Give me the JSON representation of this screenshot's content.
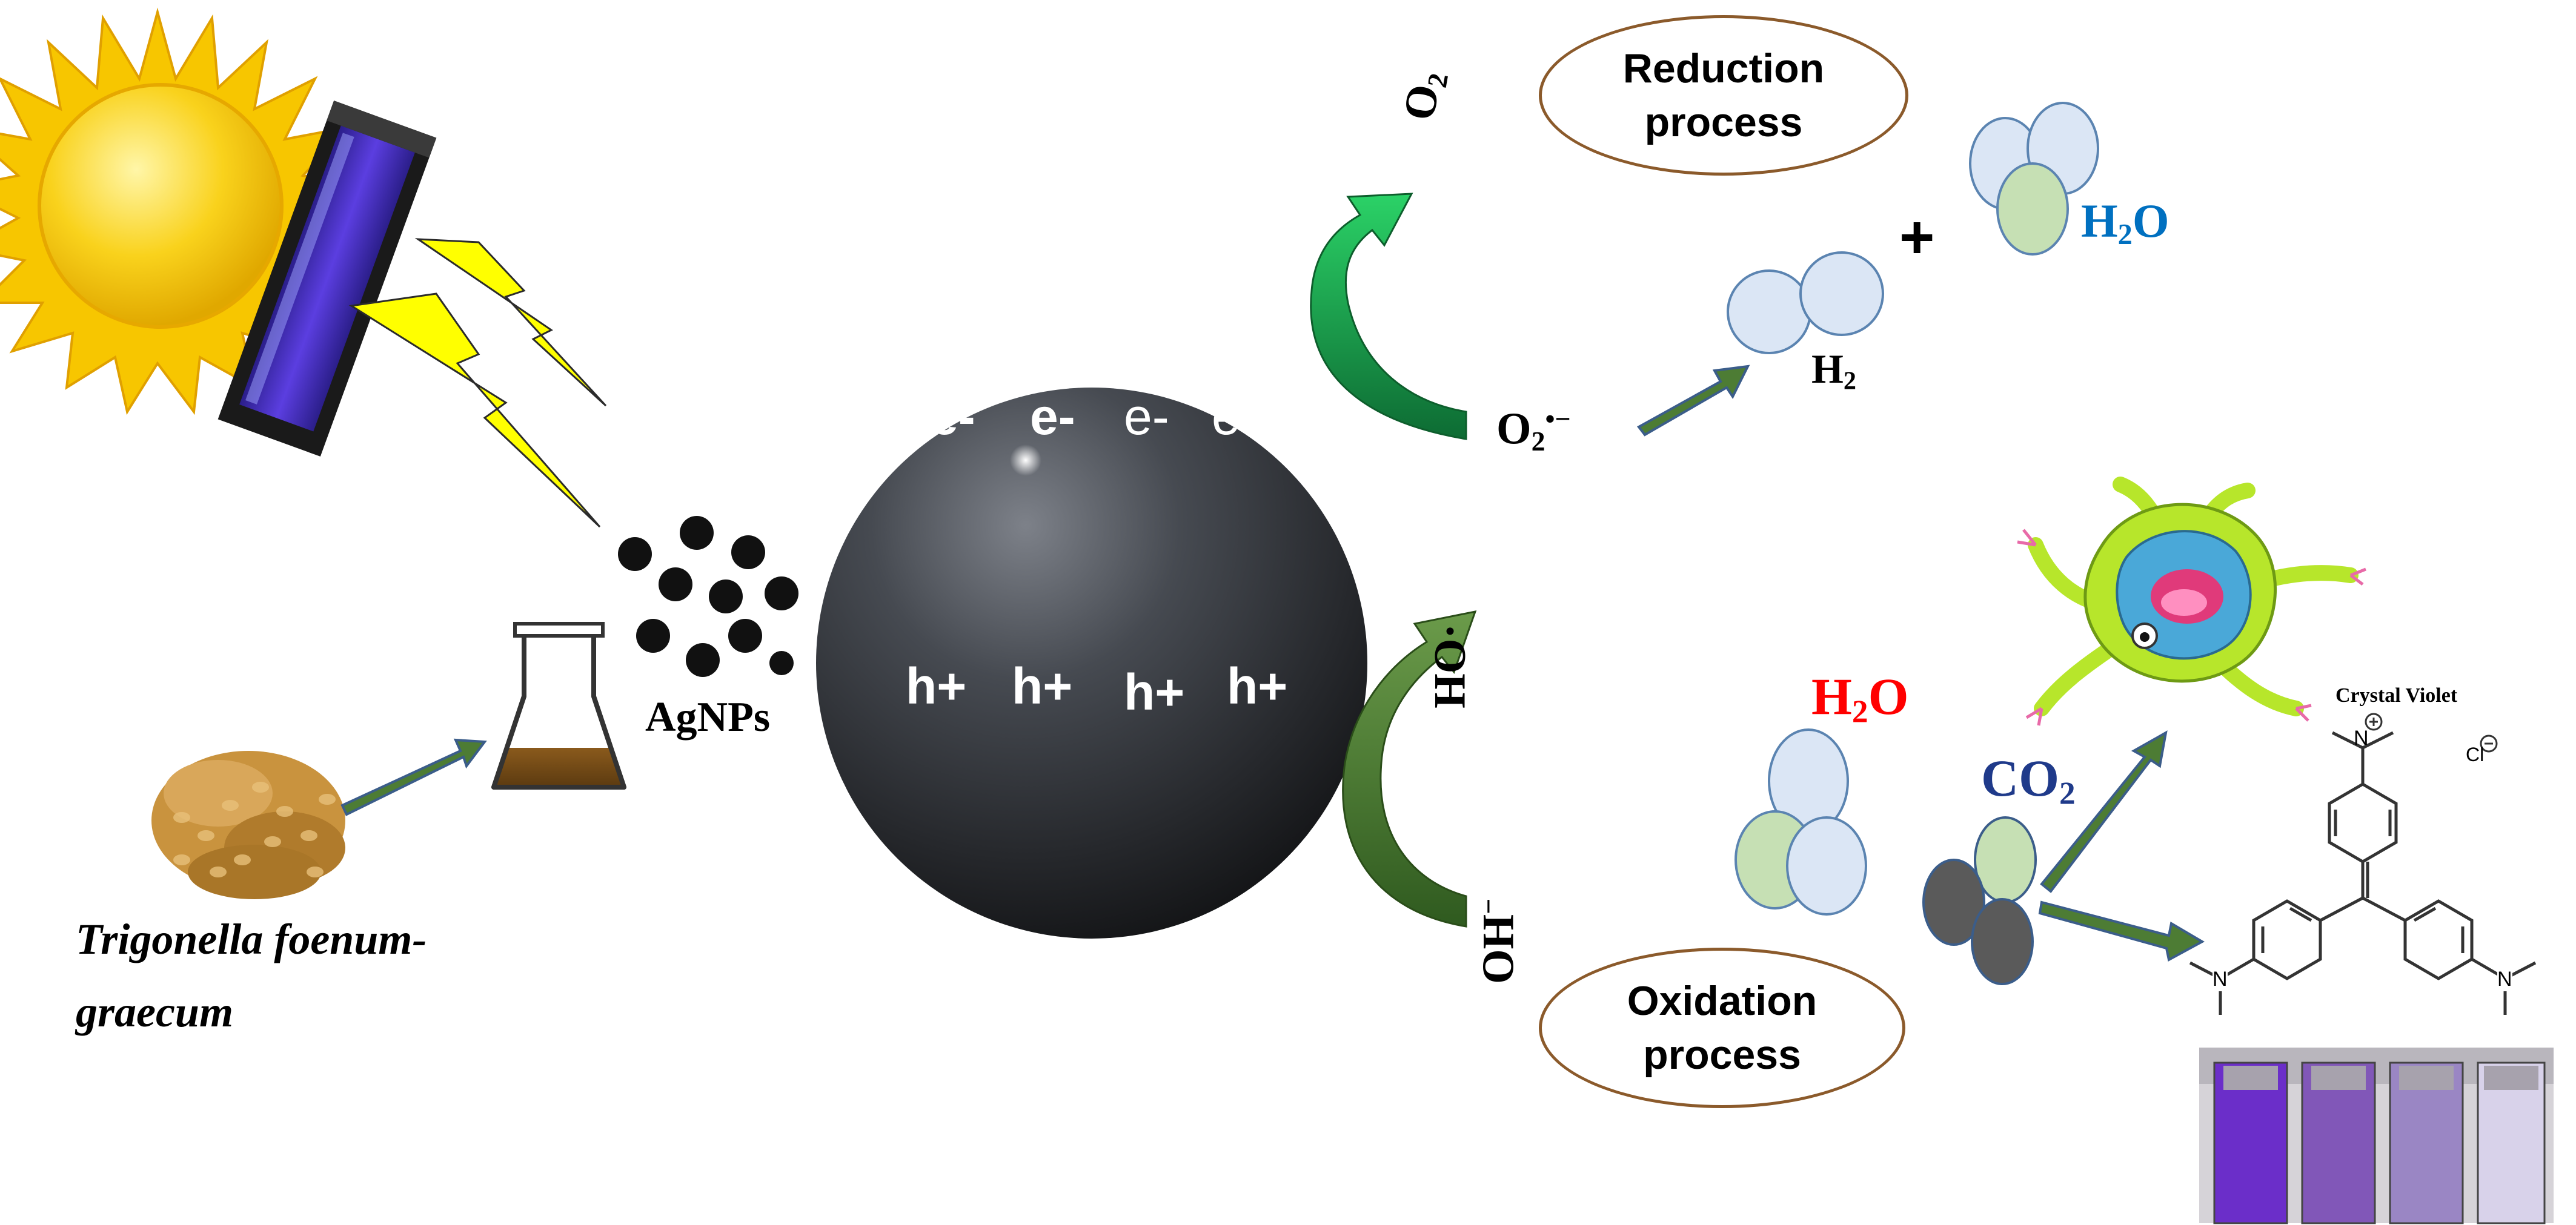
{
  "colors": {
    "sphere": "#2f3237",
    "green_arrow": "#4d7c34",
    "bright_green_arrow": "#17a34a",
    "bolt": "#ffff00",
    "sun": "#f7c600",
    "h2o_top": "#0070c0",
    "h2o_red": "#ff0000",
    "co2": "#1f3a8a",
    "box_border": "#8b5a2b"
  },
  "source": {
    "plant_name_line1": "Trigonella foenum-",
    "plant_name_line2": "graecum"
  },
  "nanoparticles": {
    "label": "AgNPs"
  },
  "sphere": {
    "electrons": [
      "e-",
      "e-",
      "e-",
      "e-"
    ],
    "holes": [
      "h+",
      "h+",
      "h+",
      "h+"
    ]
  },
  "reduction": {
    "box_line1": "Reduction",
    "box_line2": "process",
    "o2": "O",
    "o2_sub": "2",
    "superoxide": "O",
    "superoxide_sub": "2",
    "superoxide_sup": "•−",
    "h2": "H",
    "h2_sub": "2",
    "plus": "+",
    "water": "H",
    "water_sub": "2",
    "water_end": "O"
  },
  "oxidation": {
    "box_line1": "Oxidation",
    "box_line2": "process",
    "hydroxyl_radical": "·OH",
    "hydroxide": "OH",
    "hydroxide_sup": "−",
    "water": "H",
    "water_sub": "2",
    "water_end": "O",
    "co2": "CO",
    "co2_sub": "2"
  },
  "dye": {
    "name": "Crystal Violet",
    "counter_ion": "Cl",
    "charge_symbol": "⊖",
    "cation_symbol": "⊕",
    "nitrogen": "N"
  }
}
